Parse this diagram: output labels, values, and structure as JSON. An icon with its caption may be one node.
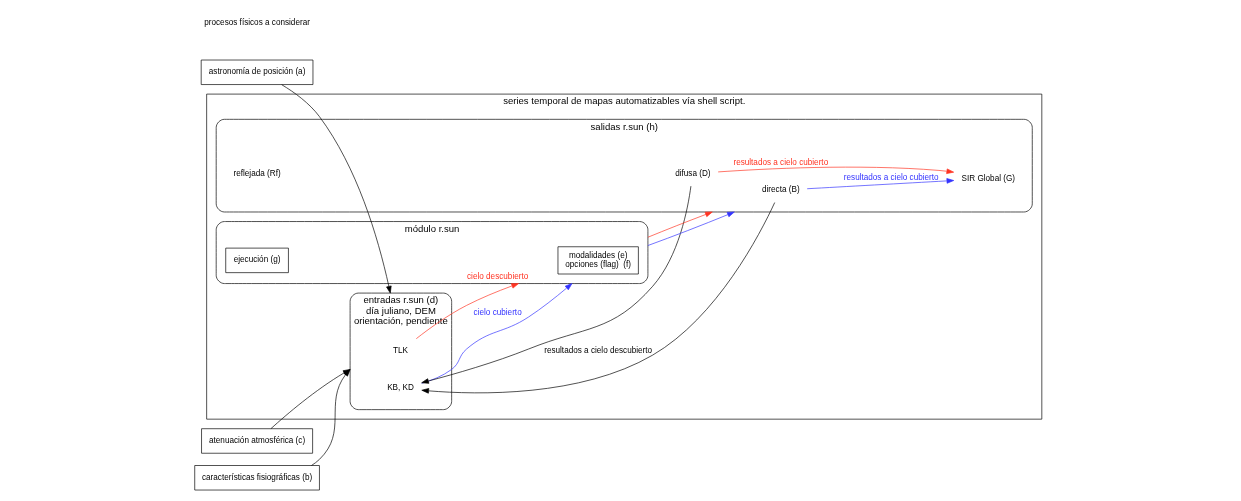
{
  "diagram": {
    "nodes": [
      {
        "text": [
          "series temporal de mapas automatizables vía shell script."
        ]
      },
      {
        "text": [
          "astronomía de posición (a)"
        ]
      },
      {
        "text": [
          "características fisiográficas (b)"
        ]
      },
      {
        "text": [
          "atenuación atmosférica (c)"
        ]
      },
      {
        "text": [
          "entradas r.sun (d)",
          "día juliano, DEM",
          "orientación, pendiente"
        ],
        "in": 0
      },
      {
        "text": [
          "TLK"
        ],
        "in": 4
      },
      {
        "text": [
          "KB, KD"
        ],
        "in": 4
      },
      {
        "text": [
          "módulo r.sun"
        ],
        "in": 0
      },
      {
        "text": [
          "modalidades (e)",
          "opciones (flag)  (f)"
        ],
        "in": 7
      },
      {
        "text": [
          "ejecución (g)"
        ],
        "in": 7
      },
      {
        "text": [
          "salidas r.sun (h)"
        ],
        "in": 0
      },
      {
        "text": [
          "directa (B)"
        ],
        "in": 10
      },
      {
        "text": [
          "difusa (D)"
        ],
        "in": 10
      },
      {
        "text": [
          "reflejada (Rf)"
        ],
        "in": 10
      },
      {
        "text": [
          "SIR Global (G)"
        ],
        "in": 10
      }
    ],
    "edges": [
      {
        "from": 1,
        "to": 4,
        "arrow": "to"
      },
      {
        "from": 2,
        "to": 4,
        "arrow": "to"
      },
      {
        "from": 3,
        "to": 4,
        "arrow": "to"
      },
      {
        "from": 6,
        "to": 7,
        "arrow": "to",
        "label": "cielo cubierto",
        "color": "#3333ff"
      },
      {
        "from": 5,
        "to": 7,
        "arrow": "to",
        "label": "cielo descubierto",
        "color": "#ff3322"
      },
      {
        "from": 7,
        "to": 10,
        "arrow": "to",
        "color": "#3333ff"
      },
      {
        "from": 7,
        "to": 10,
        "arrow": "to",
        "color": "#ff3322"
      },
      {
        "from": 11,
        "to": 6,
        "arrow": "to",
        "label": "resultados a cielo descubierto"
      },
      {
        "from": 12,
        "to": 6,
        "arrow": "to"
      },
      {
        "from": 11,
        "to": 14,
        "arrow": "to",
        "label": "resultados a cielo cubierto",
        "color": "#3333ff"
      },
      {
        "from": 12,
        "to": 14,
        "arrow": "to",
        "label": "resultados a cielo cubierto",
        "color": "#ff3322"
      }
    ],
    "labels": [
      "procesos físicos a considerar"
    ]
  }
}
